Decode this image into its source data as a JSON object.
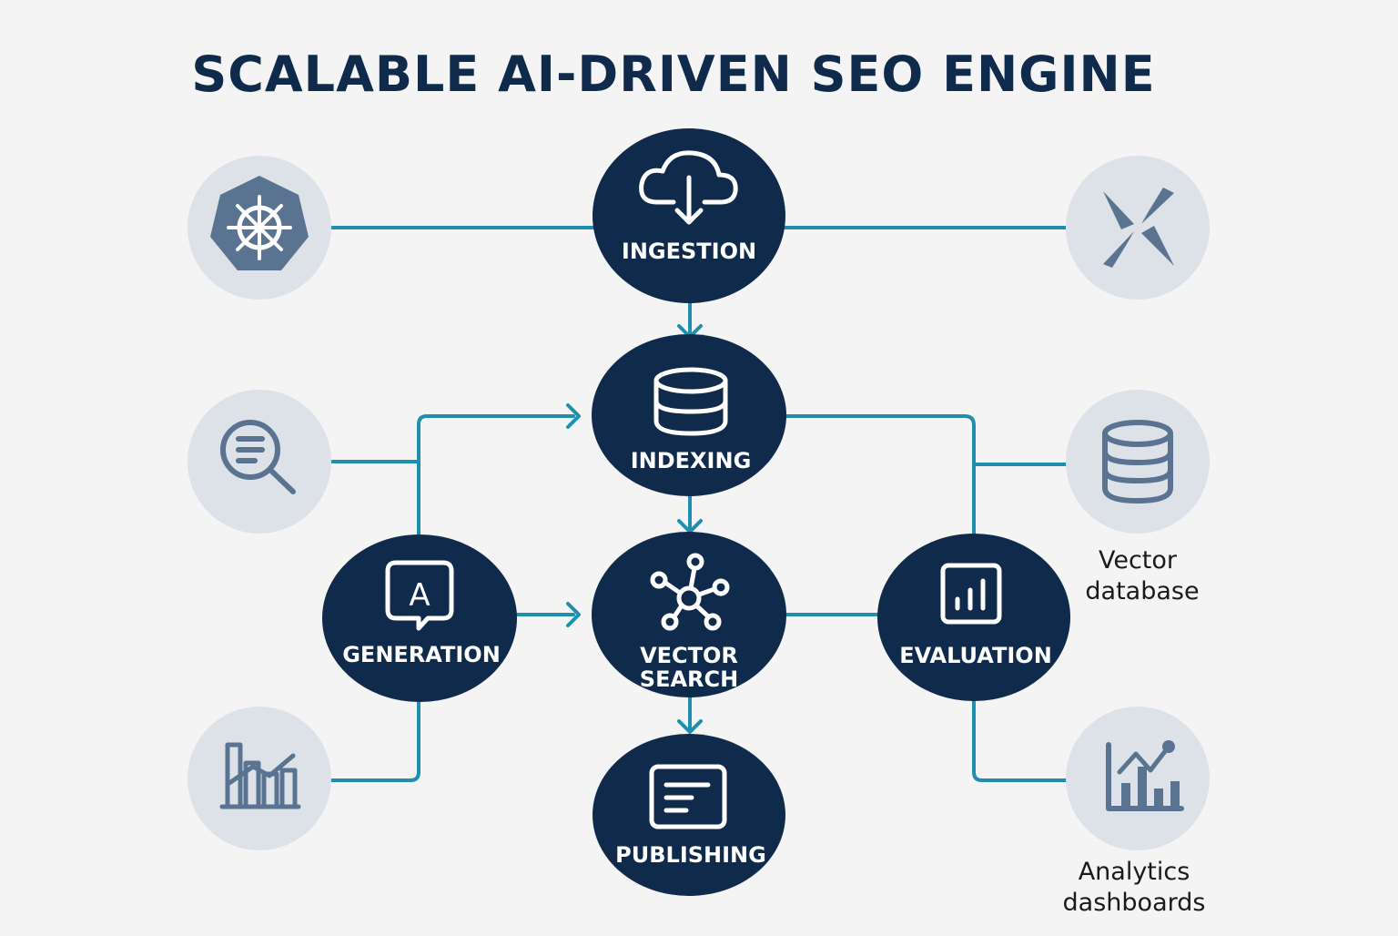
{
  "title": "SCALABLE AI-DRIVEN SEO ENGINE",
  "nodes": {
    "ingestion": "INGESTION",
    "indexing": "INDEXING",
    "generation": "GENERATION",
    "vector_search_line1": "VECTOR",
    "vector_search_line2": "SEARCH",
    "evaluation": "EVALUATION",
    "publishing": "PUBLISHING"
  },
  "side_labels": {
    "vector_db_line1": "Vector",
    "vector_db_line2": "database",
    "analytics_line1": "Analytics",
    "analytics_line2": "dashboards"
  },
  "icons": {
    "left_top": "kubernetes-helm-icon",
    "left_middle": "search-magnifier-icon",
    "left_bottom": "bar-chart-icon",
    "right_top": "pinwheel-icon",
    "right_middle": "database-icon",
    "right_bottom": "analytics-chart-icon"
  },
  "colors": {
    "background": "#f4f4f4",
    "node_fill": "#0f2a4a",
    "side_circle_fill": "#dde2e8",
    "side_icon": "#5a7391",
    "connector": "#1f8fb0",
    "title": "#0f2a4a"
  }
}
